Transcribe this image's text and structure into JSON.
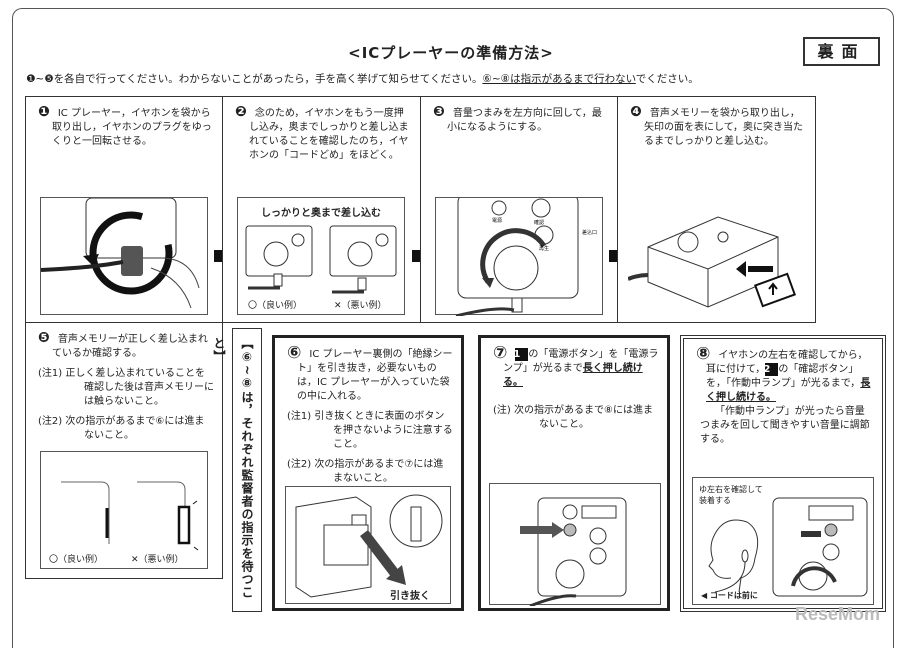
{
  "header": {
    "title": "<ICプレーヤーの準備方法>",
    "side_badge": "裏面",
    "intro_text": "❶~❺を各自で行ってください。わからないことがあったら，手を高く挙げて知らせてください。",
    "intro_underlined": "⑥~⑧は指示があるまで行わない",
    "intro_tail": "でください。"
  },
  "steps": [
    {
      "num": "❶",
      "text": "IC プレーヤー，イヤホンを袋から取り出し，イヤホンのプラグをゆっくりと一回転させる。"
    },
    {
      "num": "❷",
      "text": "念のため，イヤホンをもう一度押し込み，奥までしっかりと差し込まれていることを確認したのち，イヤホンの「コードどめ」をほどく。",
      "figure_caption": "しっかりと奥まで差し込む",
      "good_label": "〇（良い例）",
      "bad_label": "✕（悪い例）"
    },
    {
      "num": "❸",
      "text": "音量つまみを左方向に回して，最小になるようにする。",
      "figure_labels": {
        "power": "電源",
        "confirm": "確認",
        "play": "再生",
        "memory": "差込口"
      }
    },
    {
      "num": "❹",
      "text": "音声メモリーを袋から取り出し，矢印の面を表にして，奥に突き当たるまでしっかりと差し込む。"
    },
    {
      "num": "❺",
      "text": "音声メモリーが正しく差し込まれているか確認する。",
      "notes": [
        {
          "label": "(注1)",
          "text": "正しく差し込まれていることを確認した後は音声メモリーには触らないこと。"
        },
        {
          "label": "(注2)",
          "text": "次の指示があるまで⑥には進まないこと。"
        }
      ],
      "good_label": "〇（良い例）",
      "bad_label": "✕（悪い例）"
    },
    {
      "num": "⑥",
      "text": "IC プレーヤー裏側の「絶縁シート」を引き抜き，必要ないものは，IC プレーヤーが入っていた袋の中に入れる。",
      "notes": [
        {
          "label": "(注1)",
          "text": "引き抜くときに表面のボタンを押さないように注意すること。"
        },
        {
          "label": "(注2)",
          "text": "次の指示があるまで⑦には進まないこと。"
        }
      ],
      "figure_caption": "引き抜く"
    },
    {
      "num": "⑦",
      "box": "1",
      "text_a": "の「電源ボタン」を「電源ランプ」が光るまで",
      "text_underlined": "長く押し続ける。",
      "notes": [
        {
          "label": "(注)",
          "text": "次の指示があるまで⑧には進まないこと。"
        }
      ]
    },
    {
      "num": "⑧",
      "text_a": "イヤホンの左右を確認してから，耳に付けて，",
      "box": "2",
      "text_b": "の「確認ボタン」を，「作動中ランプ」が光るまで，",
      "text_underlined": "長く押し続ける。",
      "text_c": "「作動中ランプ」が光ったら音量つまみを回して聞きやすい音量に調節する。",
      "figure_caption": "ゆ左右を確認して装着する",
      "cord_label": "コードは前に"
    }
  ],
  "side_note": "【⑥~⑧は，それぞれ監督者の指示を待つこと】",
  "watermark": "ReseMom"
}
